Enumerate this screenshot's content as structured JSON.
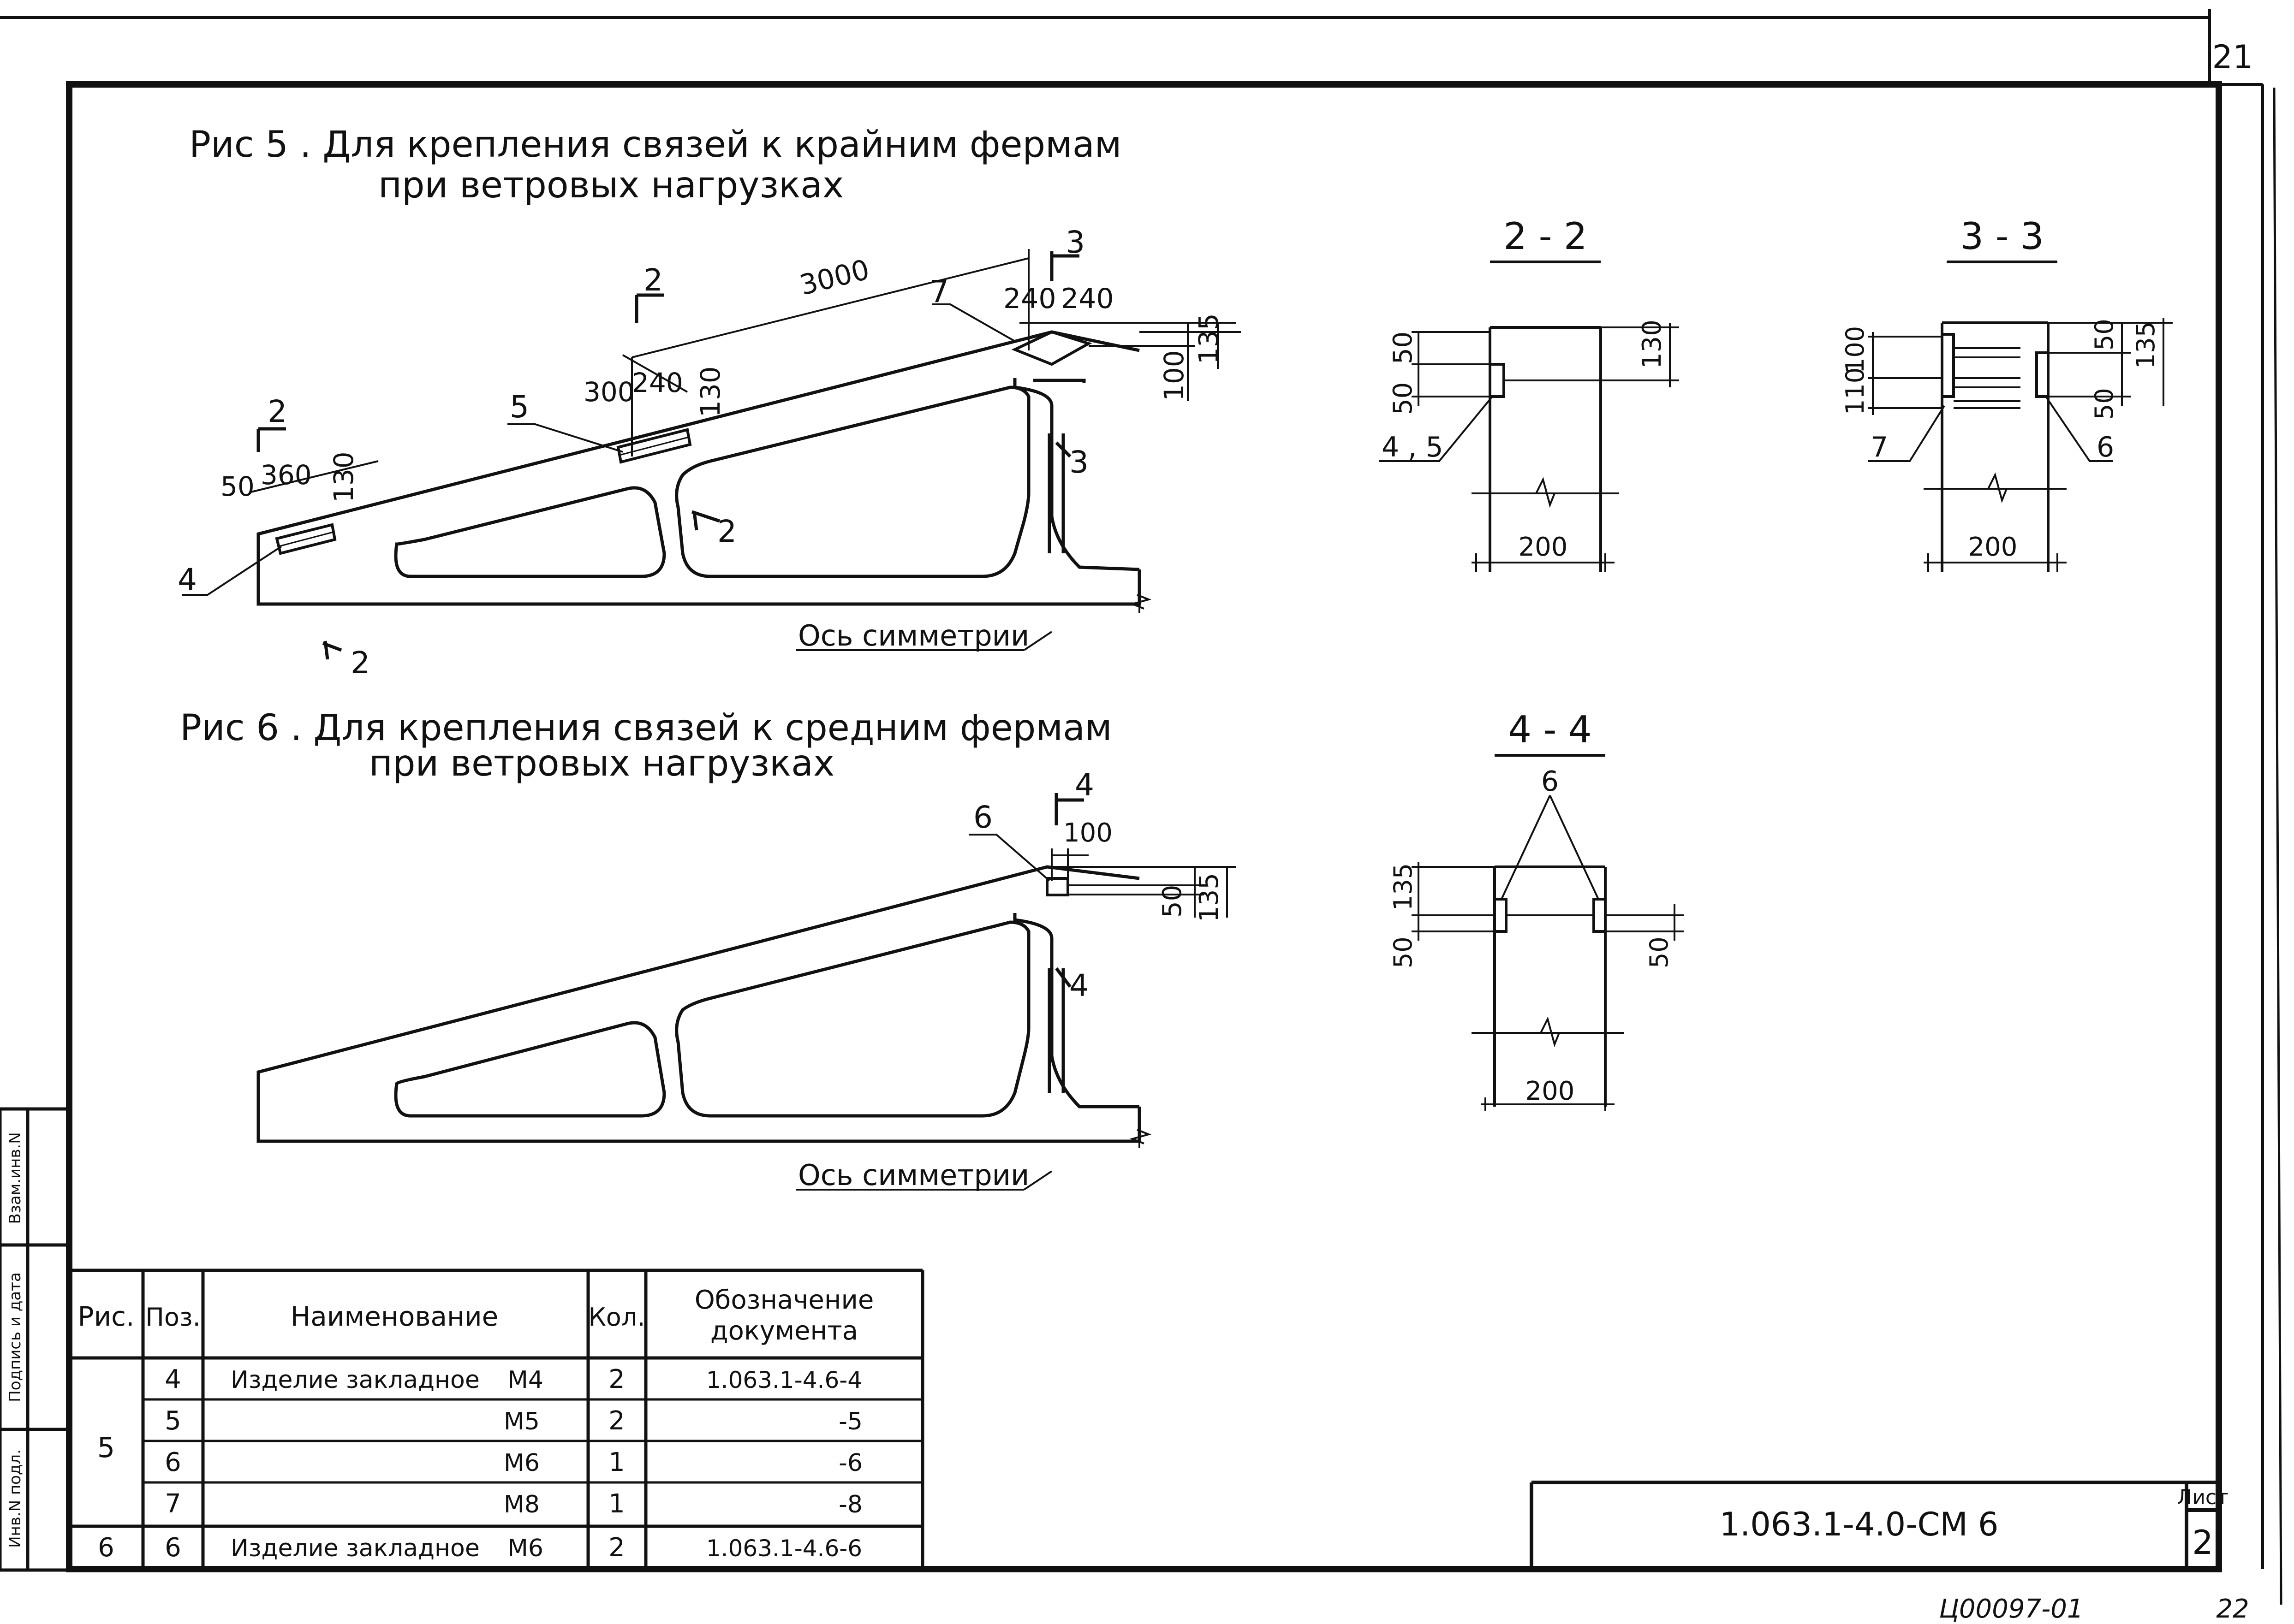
{
  "page_number_top": "21",
  "page_number_bottom": "22",
  "archive_code": "Ц00097-01",
  "fig5": {
    "title_line1": "Рис 5 . Для крепления связей к крайним фермам",
    "title_line2": "при ветровых нагрузках",
    "dims": {
      "d3000": "3000",
      "d240a": "240",
      "d240b": "240",
      "d135": "135",
      "d100": "100",
      "d300": "300",
      "d240c": "240",
      "d130a": "130",
      "d50": "50",
      "d360": "360",
      "d130b": "130"
    },
    "sections": {
      "s2a": "2",
      "s2b": "2",
      "s2c": "2",
      "s2d": "2",
      "s3a": "3",
      "s3b": "3"
    },
    "callouts": {
      "c4": "4",
      "c5": "5",
      "c7": "7"
    },
    "axis_label": "Ось симметрии"
  },
  "fig6": {
    "title_line1": "Рис 6 . Для крепления связей к средним фермам",
    "title_line2": "при ветровых нагрузках",
    "dims": {
      "d100": "100",
      "d50": "50",
      "d135": "135"
    },
    "sections": {
      "s4a": "4",
      "s4b": "4"
    },
    "callouts": {
      "c6": "6"
    },
    "axis_label": "Ось симметрии"
  },
  "sec22": {
    "title": "2 - 2",
    "dims": {
      "d50a": "50",
      "d50b": "50",
      "d130": "130",
      "d200": "200"
    },
    "callout": "4 , 5"
  },
  "sec33": {
    "title": "3 - 3",
    "dims": {
      "d100": "100",
      "d110": "110",
      "d50a": "50",
      "d135": "135",
      "d50b": "50",
      "d200": "200"
    },
    "callout7": "7",
    "callout6": "6"
  },
  "sec44": {
    "title": "4 - 4",
    "callout6": "6",
    "dims": {
      "d135": "135",
      "d50a": "50",
      "d50b": "50",
      "d200": "200"
    }
  },
  "side_stamp": {
    "cell1": "Взам.инв.N",
    "cell2": "Подпись и дата",
    "cell3": "Инв.N подл."
  },
  "spec_table": {
    "headers": [
      "Рис.",
      "Поз.",
      "Наименование",
      "Кол.",
      "Обозначение документа"
    ],
    "header_doc_line1": "Обозначение",
    "header_doc_line2": "документа",
    "rows": [
      {
        "ris": "5",
        "poz": "4",
        "name": "Изделие закладное",
        "mark": "М4",
        "qty": "2",
        "doc": "1.063.1-4.6-4"
      },
      {
        "ris": "",
        "poz": "5",
        "name": "",
        "mark": "М5",
        "qty": "2",
        "doc": "-5"
      },
      {
        "ris": "",
        "poz": "6",
        "name": "",
        "mark": "М6",
        "qty": "1",
        "doc": "-6"
      },
      {
        "ris": "",
        "poz": "7",
        "name": "",
        "mark": "М8",
        "qty": "1",
        "doc": "-8"
      },
      {
        "ris": "6",
        "poz": "6",
        "name": "Изделие закладное",
        "mark": "М6",
        "qty": "2",
        "doc": "1.063.1-4.6-6"
      }
    ]
  },
  "title_block": {
    "code": "1.063.1-4.0-СМ 6",
    "sheet_label": "Лист",
    "sheet_number": "2"
  }
}
